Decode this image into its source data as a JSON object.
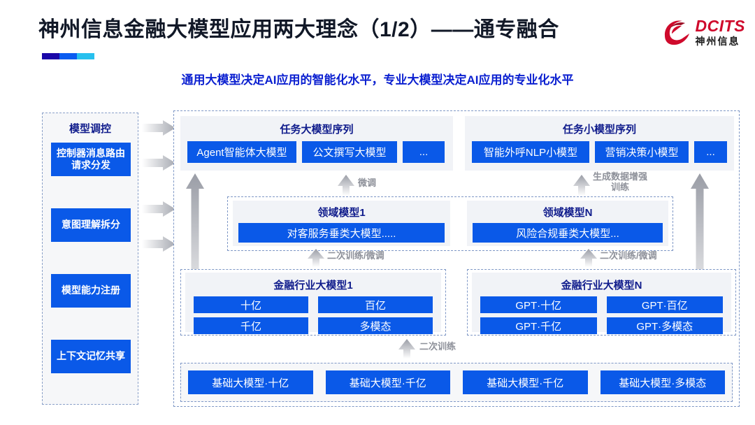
{
  "header": {
    "title": "神州信息金融大模型应用两大理念（1/2）——通专融合",
    "subtitle": "通用大模型决定AI应用的智能化水平，专业大模型决定AI应用的专业化水平",
    "logo": {
      "en": "DCITS",
      "cn": "神州信息"
    },
    "accent_colors": [
      "#1a07a8",
      "#0b5cf0",
      "#27c0ee"
    ]
  },
  "colors": {
    "chip_blue": "#0a59e8",
    "title_blue": "#101c8c",
    "dashed_border": "#7e97c6",
    "panel_grey": "#f1f3f7",
    "arrow_grey": "#b9bcc4"
  },
  "left_panel": {
    "title": "模型调控",
    "items": [
      {
        "label": "控制器消息路由请求分发"
      },
      {
        "label": "意图理解拆分"
      },
      {
        "label": "模型能力注册"
      },
      {
        "label": "上下文记忆共享"
      }
    ]
  },
  "task_sequences": [
    {
      "title": "任务大模型序列",
      "chips": [
        "Agent智能体大模型",
        "公文撰写大模型",
        "..."
      ]
    },
    {
      "title": "任务小模型序列",
      "chips": [
        "智能外呼NLP小模型",
        "营销决策小模型",
        "..."
      ]
    }
  ],
  "domain_models": [
    {
      "title": "领域模型1",
      "bar": "对客服务垂类大模型....."
    },
    {
      "title": "领域模型N",
      "bar": "风险合规垂类大模型..."
    }
  ],
  "industry_models": [
    {
      "title": "金融行业大模型1",
      "cells": [
        "十亿",
        "百亿",
        "千亿",
        "多模态"
      ]
    },
    {
      "title": "金融行业大模型N",
      "cells": [
        "GPT·十亿",
        "GPT·百亿",
        "GPT·千亿",
        "GPT·多模态"
      ]
    }
  ],
  "base_models": [
    "基础大模型·十亿",
    "基础大模型·千亿",
    "基础大模型·千亿",
    "基础大模型·多模态"
  ],
  "arrow_labels": {
    "finetune_left": "微调",
    "gen_data_aug": "生成数据增强\n训练",
    "retrain_finetune_left": "二次训练/微调",
    "retrain_finetune_right": "二次训练/微调",
    "retrain": "二次训练"
  }
}
